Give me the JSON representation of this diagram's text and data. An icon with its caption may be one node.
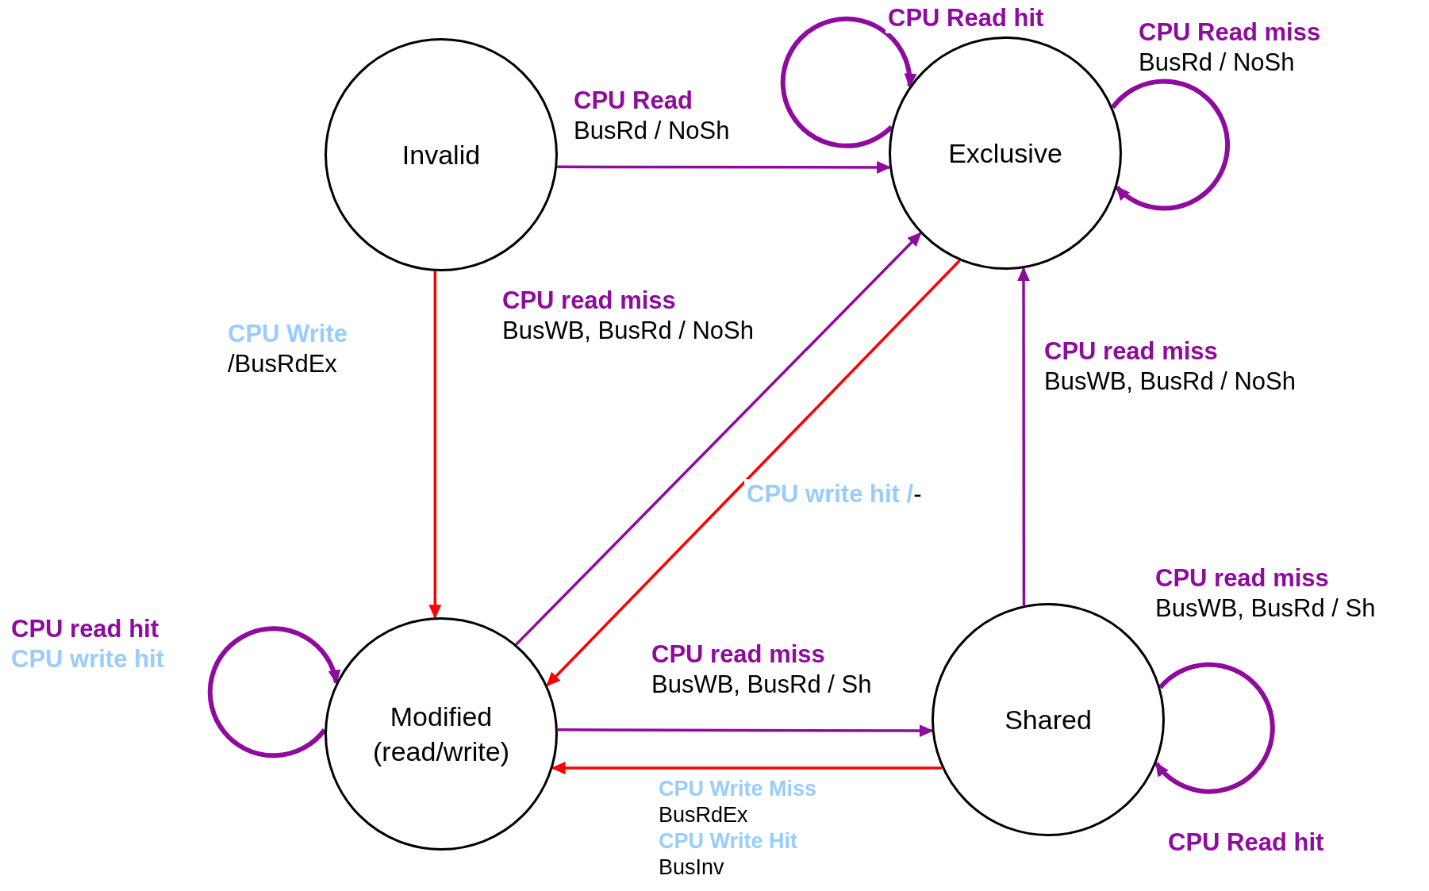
{
  "diagram": {
    "nodes": [
      {
        "text": [
          "Invalid"
        ]
      },
      {
        "text": [
          "Exclusive"
        ]
      },
      {
        "text": [
          "Modified",
          "(read/write)"
        ]
      },
      {
        "text": [
          "Shared"
        ]
      }
    ],
    "edges": [
      {
        "from": 0,
        "to": 1,
        "arrow": "to",
        "label": "**CPU Read** BusRd / NoSh"
      },
      {
        "from": 1,
        "to": 1,
        "arrow": "to",
        "label": "**CPU Read hit**"
      },
      {
        "from": 1,
        "to": 1,
        "arrow": "to",
        "label": "**CPU Read miss** BusRd / NoSh"
      },
      {
        "from": 0,
        "to": 2,
        "arrow": "to",
        "label": "**CPU Write** /BusRdEx",
        "color": "#ff0000"
      },
      {
        "from": 2,
        "to": 1,
        "arrow": "to",
        "label": "**CPU read miss** BusWB, BusRd / NoSh"
      },
      {
        "from": 1,
        "to": 2,
        "arrow": "to",
        "label": "**CPU write hit /**-",
        "color": "#ff0000"
      },
      {
        "from": 3,
        "to": 1,
        "arrow": "to",
        "label": "**CPU read miss** BusWB, BusRd / NoSh"
      },
      {
        "from": 2,
        "to": 2,
        "arrow": "to",
        "label": "**CPU read hit** **CPU write hit**"
      },
      {
        "from": 2,
        "to": 3,
        "arrow": "to",
        "label": "**CPU read miss** BusWB, BusRd / Sh"
      },
      {
        "from": 3,
        "to": 2,
        "arrow": "to",
        "label": "**CPU Write Miss** BusRdEx **CPU Write Hit** BusInv",
        "color": "#ff0000"
      },
      {
        "from": 3,
        "to": 3,
        "arrow": "to",
        "label": "**CPU read miss** BusWB, BusRd / Sh"
      }
    ],
    "labels": [
      "CPU Read hit"
    ]
  }
}
